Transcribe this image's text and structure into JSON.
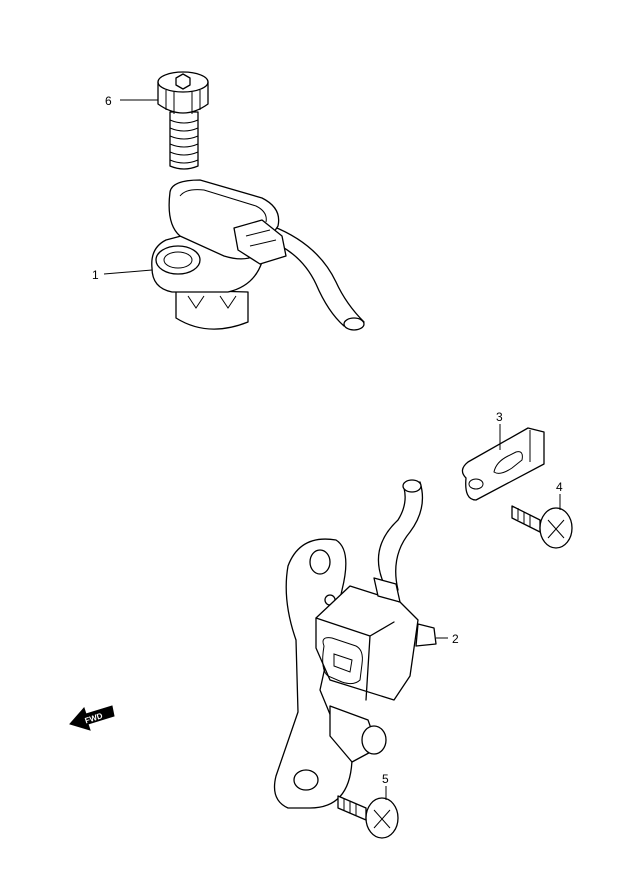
{
  "callouts": {
    "part_1": "1",
    "part_2": "2",
    "part_3": "3",
    "part_4": "4",
    "part_5": "5",
    "part_6": "6"
  },
  "fwd_label": "FWD",
  "colors": {
    "line": "#000000",
    "background": "#ffffff"
  }
}
